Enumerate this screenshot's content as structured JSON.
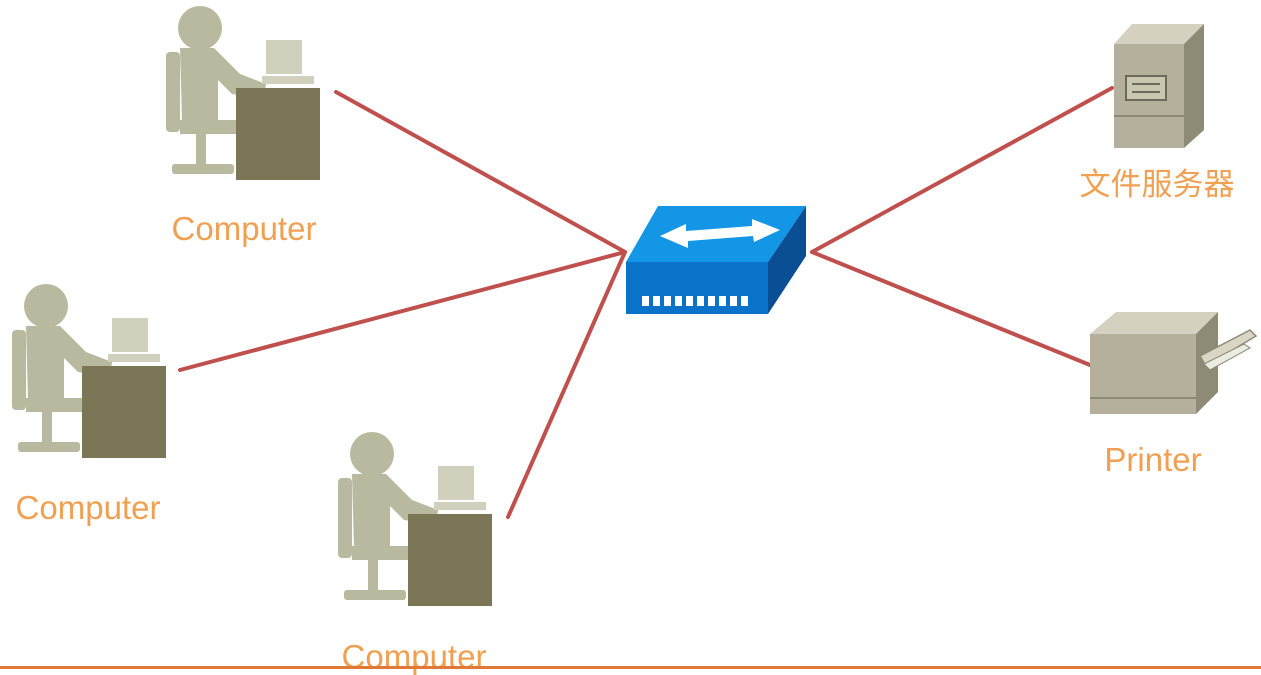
{
  "colors": {
    "link": "#c0504d",
    "label": "#f0a050",
    "person": "#b9b9a0",
    "desk": "#7b7656",
    "switch_top": "#1496e6",
    "switch_front": "#0b72c9",
    "switch_side": "#0a4f94",
    "device": "#b4b09c",
    "rule": "#e07838"
  },
  "nodes": {
    "computer_1": {
      "label": "Computer",
      "icon": "computer-user-icon"
    },
    "computer_2": {
      "label": "Computer",
      "icon": "computer-user-icon"
    },
    "computer_3": {
      "label": "Computer",
      "icon": "computer-user-icon"
    },
    "switch": {
      "icon": "network-switch-icon"
    },
    "file_server": {
      "label": "文件服务器",
      "icon": "file-server-icon"
    },
    "printer": {
      "label": "Printer",
      "icon": "printer-icon"
    }
  },
  "links": [
    {
      "from": "computer_1",
      "to": "switch"
    },
    {
      "from": "computer_2",
      "to": "switch"
    },
    {
      "from": "computer_3",
      "to": "switch"
    },
    {
      "from": "switch",
      "to": "file_server"
    },
    {
      "from": "switch",
      "to": "printer"
    }
  ]
}
